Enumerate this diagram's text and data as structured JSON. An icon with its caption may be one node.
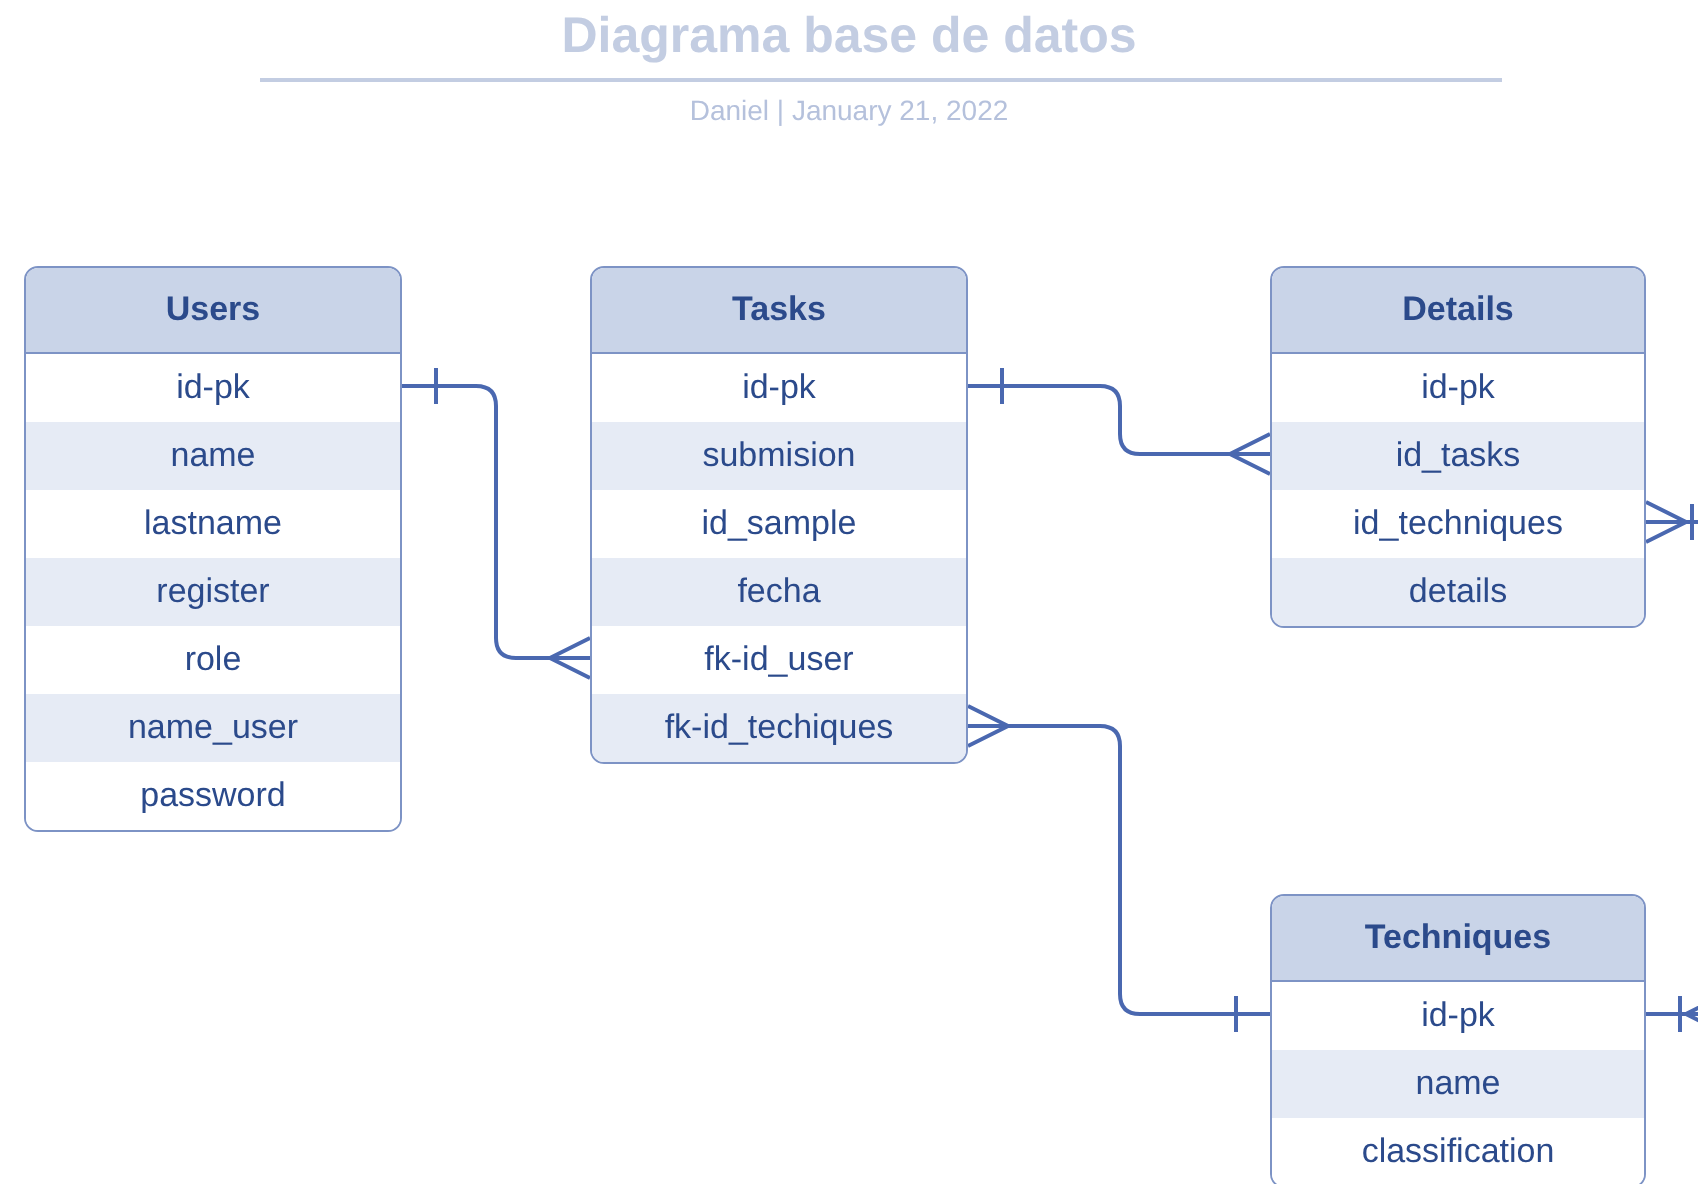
{
  "diagram": {
    "title": "Diagrama base de datos",
    "caption": "Daniel | January 21, 2022",
    "nodes": [
      {
        "text": [
          "Users"
        ]
      },
      {
        "text": [
          "id-pk"
        ],
        "in": 0
      },
      {
        "text": [
          "name"
        ],
        "in": 0
      },
      {
        "text": [
          "lastname"
        ],
        "in": 0
      },
      {
        "text": [
          "register"
        ],
        "in": 0
      },
      {
        "text": [
          "role"
        ],
        "in": 0
      },
      {
        "text": [
          "name_user"
        ],
        "in": 0
      },
      {
        "text": [
          "password"
        ],
        "in": 0
      },
      {
        "text": [
          "Tasks"
        ]
      },
      {
        "text": [
          "id-pk"
        ],
        "in": 8
      },
      {
        "text": [
          "submision"
        ],
        "in": 8
      },
      {
        "text": [
          "id_sample"
        ],
        "in": 8
      },
      {
        "text": [
          "fecha"
        ],
        "in": 8
      },
      {
        "text": [
          "fk-id_user"
        ],
        "in": 8
      },
      {
        "text": [
          "fk-id_techiques"
        ],
        "in": 8
      },
      {
        "text": [
          "Details"
        ]
      },
      {
        "text": [
          "id-pk"
        ],
        "in": 15
      },
      {
        "text": [
          "id_tasks"
        ],
        "in": 15
      },
      {
        "text": [
          "id_techniques"
        ],
        "in": 15
      },
      {
        "text": [
          "details"
        ],
        "in": 15
      },
      {
        "text": [
          "Techniques"
        ]
      },
      {
        "text": [
          "id-pk"
        ],
        "in": 20
      },
      {
        "text": [
          "name"
        ],
        "in": 20
      },
      {
        "text": [
          "classification"
        ],
        "in": 20
      }
    ],
    "edges": [
      {
        "from": 1,
        "to": 13,
        "arrow": "other"
      },
      {
        "from": 9,
        "to": 17,
        "arrow": "other"
      },
      {
        "from": 21,
        "to": 14,
        "arrow": "other"
      },
      {
        "from": null,
        "to": 18,
        "arrow": "other"
      },
      {
        "from": 21,
        "to": null,
        "arrow": "other"
      }
    ]
  }
}
